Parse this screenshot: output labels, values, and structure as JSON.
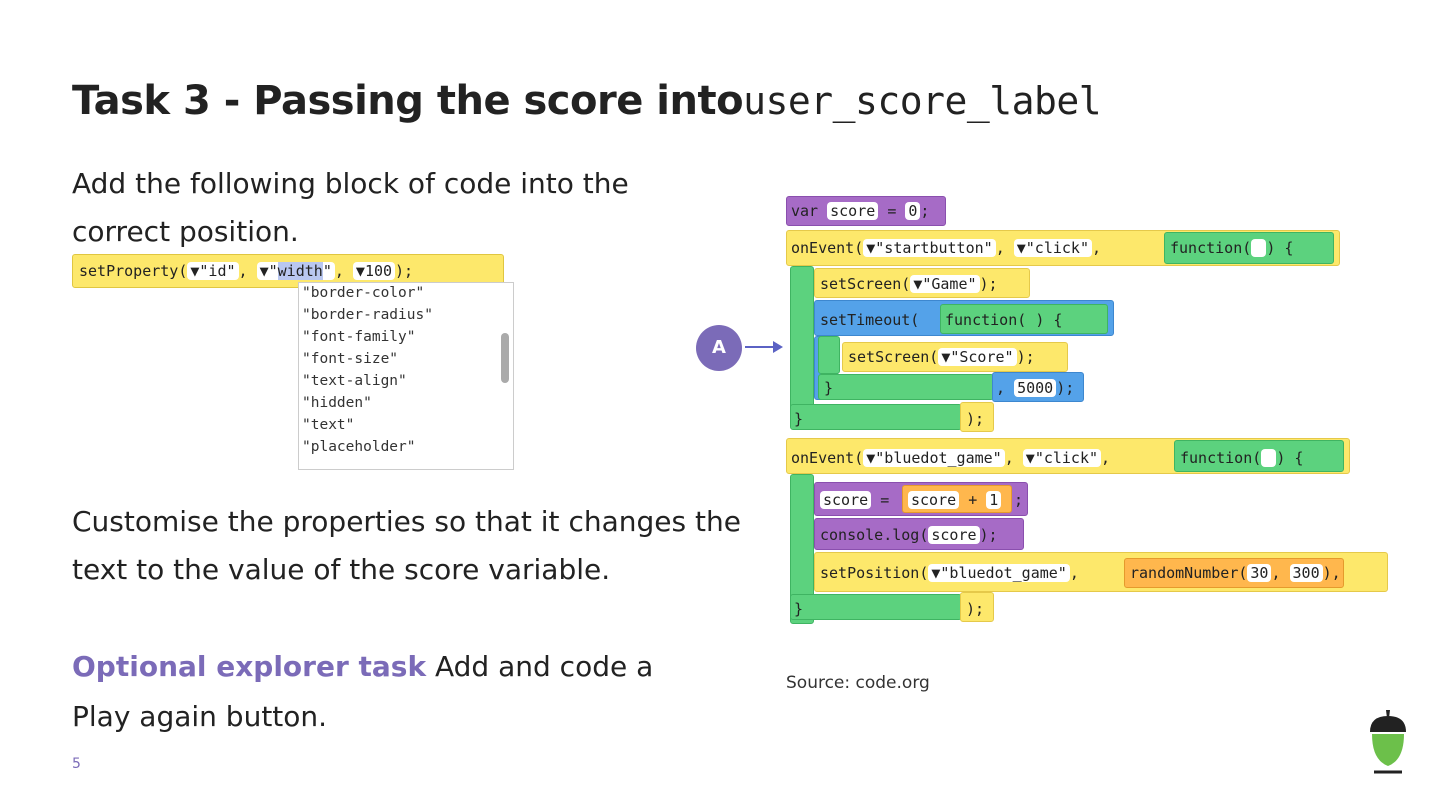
{
  "slide": {
    "title_prefix": "Task 3  - Passing the score into",
    "title_code": "user_score_label",
    "para1": "Add the following block of code into the correct position.",
    "para2": "Customise the properties so that it changes the text to the value of the score variable.",
    "optional_label": "Optional explorer task",
    "optional_text": " Add and code a Play again button.",
    "source": "Source: code.org",
    "page_number": "5",
    "marker": "A"
  },
  "set_property_block": {
    "fn": "setProperty(",
    "arg1": "\"id\"",
    "arg2_pre": "\"",
    "arg2_sel": "width",
    "arg2_post": "\"",
    "arg3": "100",
    "close": ");",
    "dropdown_options": [
      "\"border-color\"",
      "\"border-radius\"",
      "\"font-family\"",
      "\"font-size\"",
      "\"text-align\"",
      "\"hidden\"",
      "\"text\"",
      "\"placeholder\""
    ]
  },
  "code": {
    "var_kw": "var",
    "var_name": "score",
    "var_eq": "=",
    "var_val": "0",
    "var_end": ";",
    "onevent": "onEvent(",
    "start_id": "\"startbutton\"",
    "click": "\"click\"",
    "function_kw": "function(",
    "function_close": ") {",
    "set_screen": "setScreen(",
    "screen_game": "\"Game\"",
    "set_timeout": "setTimeout(",
    "screen_score": "\"Score\"",
    "close_paren": ");",
    "close_brace": "}",
    "delay": "5000",
    "bluedot_id": "\"bluedot_game\"",
    "score_var": "score",
    "eq": "=",
    "plus": "+",
    "one": "1",
    "console_log": "console.log(",
    "set_position": "setPosition(",
    "random_number": "randomNumber(",
    "rn_a": "30",
    "rn_b": "300",
    "comma": ",",
    "end_close": "});"
  },
  "colors": {
    "accent_purple": "#7b6bb8",
    "block_yellow": "#fde86b",
    "block_green": "#5cd27e",
    "block_purple": "#a66bc6",
    "block_blue": "#54a2e9",
    "block_orange": "#ffb74d"
  },
  "icons": [
    "dropdown-arrow-icon",
    "acorn-logo-icon",
    "arrow-right-icon"
  ]
}
